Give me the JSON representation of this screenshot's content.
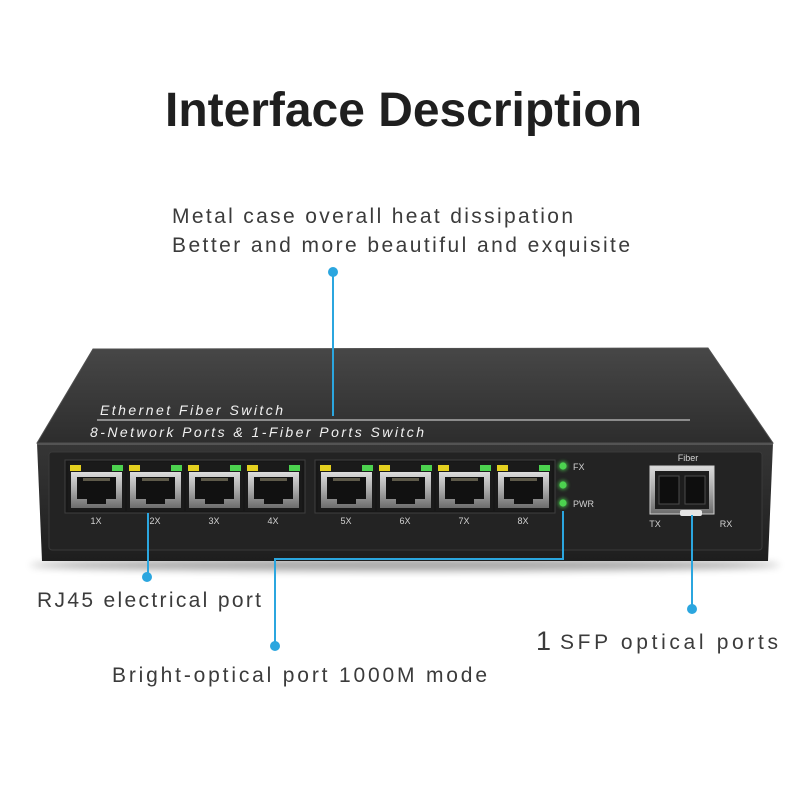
{
  "page": {
    "title": "Interface Description"
  },
  "callouts": {
    "case": {
      "line1": "Metal case overall heat dissipation",
      "line2": "Better and more beautiful and exquisite"
    },
    "rj45": {
      "label": "RJ45 electrical port"
    },
    "bright_optical": {
      "label": "Bright-optical port 1000M mode"
    },
    "sfp": {
      "count": "1",
      "label": "SFP optical ports"
    }
  },
  "device": {
    "name": "Ethernet Fiber Switch",
    "description": "8-Network Ports & 1-Fiber Ports Switch",
    "ports": [
      {
        "label": "1X"
      },
      {
        "label": "2X"
      },
      {
        "label": "3X"
      },
      {
        "label": "4X"
      },
      {
        "label": "5X"
      },
      {
        "label": "6X"
      },
      {
        "label": "7X"
      },
      {
        "label": "8X"
      }
    ],
    "indicators": {
      "fx_label": "FX",
      "pwr_label": "PWR"
    },
    "sfp": {
      "title": "Fiber",
      "tx_label": "TX",
      "rx_label": "RX"
    }
  },
  "colors": {
    "accent": "#2ba6df",
    "led_green": "#4cd24f",
    "led_yellow": "#e4d01f",
    "title_text": "#1f1f1f",
    "label_text": "#3b3b3b"
  }
}
